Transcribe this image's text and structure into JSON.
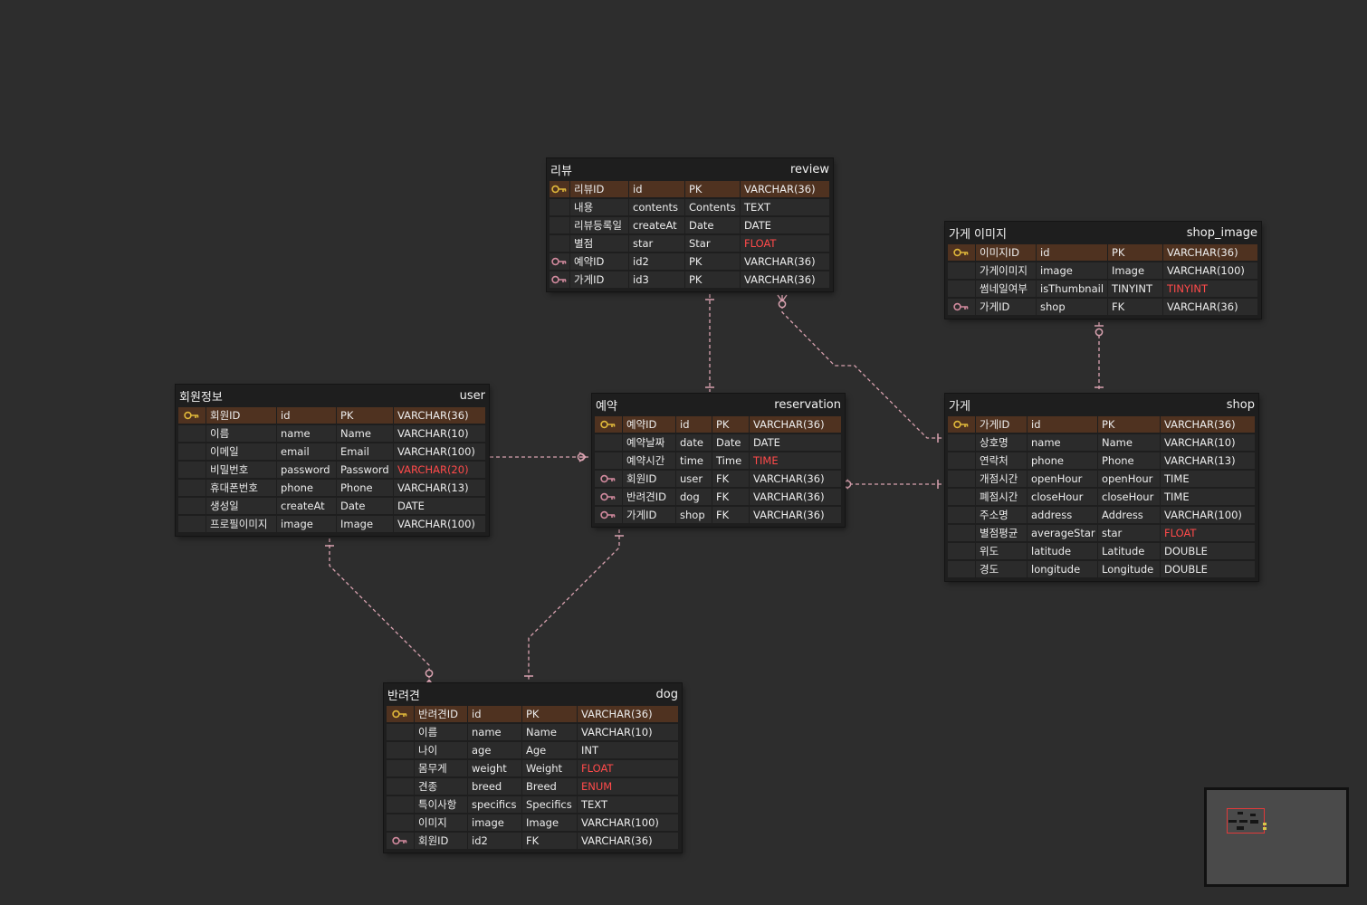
{
  "diagram": {
    "colors": {
      "background": "#2d2d2d",
      "entity_bg": "#1e1e1e",
      "cell_bg": "#2b2b2b",
      "pk_row_bg": "#4f3220",
      "pk_key": "#e0b83a",
      "fk_key": "#d28a9e",
      "relation_line": "#d9a2b0",
      "warning_text": "#ff4a4a"
    },
    "entities": [
      {
        "id": "review",
        "logical_name": "리뷰",
        "physical_name": "review",
        "columns": [
          {
            "key": "pk",
            "logical": "리뷰ID",
            "physical": "id",
            "domain": "PK",
            "type": "VARCHAR(36)",
            "warn": false
          },
          {
            "key": "",
            "logical": "내용",
            "physical": "contents",
            "domain": "Contents",
            "type": "TEXT",
            "warn": false
          },
          {
            "key": "",
            "logical": "리뷰등록일",
            "physical": "createAt",
            "domain": "Date",
            "type": "DATE",
            "warn": false
          },
          {
            "key": "",
            "logical": "별점",
            "physical": "star",
            "domain": "Star",
            "type": "FLOAT",
            "warn": true
          },
          {
            "key": "fk",
            "logical": "예약ID",
            "physical": "id2",
            "domain": "PK",
            "type": "VARCHAR(36)",
            "warn": false
          },
          {
            "key": "fk",
            "logical": "가게ID",
            "physical": "id3",
            "domain": "PK",
            "type": "VARCHAR(36)",
            "warn": false
          }
        ]
      },
      {
        "id": "shop_image",
        "logical_name": "가게 이미지",
        "physical_name": "shop_image",
        "columns": [
          {
            "key": "pk",
            "logical": "이미지ID",
            "physical": "id",
            "domain": "PK",
            "type": "VARCHAR(36)",
            "warn": false
          },
          {
            "key": "",
            "logical": "가게이미지",
            "physical": "image",
            "domain": "Image",
            "type": "VARCHAR(100)",
            "warn": false
          },
          {
            "key": "",
            "logical": "썸네일여부",
            "physical": "isThumbnail",
            "domain": "TINYINT",
            "type": "TINYINT",
            "warn": true
          },
          {
            "key": "fk",
            "logical": "가게ID",
            "physical": "shop",
            "domain": "FK",
            "type": "VARCHAR(36)",
            "warn": false
          }
        ]
      },
      {
        "id": "user",
        "logical_name": "회원정보",
        "physical_name": "user",
        "columns": [
          {
            "key": "pk",
            "logical": "회원ID",
            "physical": "id",
            "domain": "PK",
            "type": "VARCHAR(36)",
            "warn": false
          },
          {
            "key": "",
            "logical": "이름",
            "physical": "name",
            "domain": "Name",
            "type": "VARCHAR(10)",
            "warn": false
          },
          {
            "key": "",
            "logical": "이메일",
            "physical": "email",
            "domain": "Email",
            "type": "VARCHAR(100)",
            "warn": false
          },
          {
            "key": "",
            "logical": "비밀번호",
            "physical": "password",
            "domain": "Password",
            "type": "VARCHAR(20)",
            "warn": true
          },
          {
            "key": "",
            "logical": "휴대폰번호",
            "physical": "phone",
            "domain": "Phone",
            "type": "VARCHAR(13)",
            "warn": false
          },
          {
            "key": "",
            "logical": "생성일",
            "physical": "createAt",
            "domain": "Date",
            "type": "DATE",
            "warn": false
          },
          {
            "key": "",
            "logical": "프로필이미지",
            "physical": "image",
            "domain": "Image",
            "type": "VARCHAR(100)",
            "warn": false
          }
        ]
      },
      {
        "id": "reservation",
        "logical_name": "예약",
        "physical_name": "reservation",
        "columns": [
          {
            "key": "pk",
            "logical": "예약ID",
            "physical": "id",
            "domain": "PK",
            "type": "VARCHAR(36)",
            "warn": false
          },
          {
            "key": "",
            "logical": "예약날짜",
            "physical": "date",
            "domain": "Date",
            "type": "DATE",
            "warn": false
          },
          {
            "key": "",
            "logical": "예약시간",
            "physical": "time",
            "domain": "Time",
            "type": "TIME",
            "warn": true
          },
          {
            "key": "fk",
            "logical": "회원ID",
            "physical": "user",
            "domain": "FK",
            "type": "VARCHAR(36)",
            "warn": false
          },
          {
            "key": "fk",
            "logical": "반려견ID",
            "physical": "dog",
            "domain": "FK",
            "type": "VARCHAR(36)",
            "warn": false
          },
          {
            "key": "fk",
            "logical": "가게ID",
            "physical": "shop",
            "domain": "FK",
            "type": "VARCHAR(36)",
            "warn": false
          }
        ]
      },
      {
        "id": "shop",
        "logical_name": "가게",
        "physical_name": "shop",
        "columns": [
          {
            "key": "pk",
            "logical": "가게ID",
            "physical": "id",
            "domain": "PK",
            "type": "VARCHAR(36)",
            "warn": false
          },
          {
            "key": "",
            "logical": "상호명",
            "physical": "name",
            "domain": "Name",
            "type": "VARCHAR(10)",
            "warn": false
          },
          {
            "key": "",
            "logical": "연락처",
            "physical": "phone",
            "domain": "Phone",
            "type": "VARCHAR(13)",
            "warn": false
          },
          {
            "key": "",
            "logical": "개점시간",
            "physical": "openHour",
            "domain": "openHour",
            "type": "TIME",
            "warn": false
          },
          {
            "key": "",
            "logical": "폐점시간",
            "physical": "closeHour",
            "domain": "closeHour",
            "type": "TIME",
            "warn": false
          },
          {
            "key": "",
            "logical": "주소명",
            "physical": "address",
            "domain": "Address",
            "type": "VARCHAR(100)",
            "warn": false
          },
          {
            "key": "",
            "logical": "별점평균",
            "physical": "averageStar",
            "domain": "star",
            "type": "FLOAT",
            "warn": true
          },
          {
            "key": "",
            "logical": "위도",
            "physical": "latitude",
            "domain": "Latitude",
            "type": "DOUBLE",
            "warn": false
          },
          {
            "key": "",
            "logical": "경도",
            "physical": "longitude",
            "domain": "Longitude",
            "type": "DOUBLE",
            "warn": false
          }
        ]
      },
      {
        "id": "dog",
        "logical_name": "반려견",
        "physical_name": "dog",
        "columns": [
          {
            "key": "pk",
            "logical": "반려견ID",
            "physical": "id",
            "domain": "PK",
            "type": "VARCHAR(36)",
            "warn": false
          },
          {
            "key": "",
            "logical": "이름",
            "physical": "name",
            "domain": "Name",
            "type": "VARCHAR(10)",
            "warn": false
          },
          {
            "key": "",
            "logical": "나이",
            "physical": "age",
            "domain": "Age",
            "type": "INT",
            "warn": false
          },
          {
            "key": "",
            "logical": "몸무게",
            "physical": "weight",
            "domain": "Weight",
            "type": "FLOAT",
            "warn": true
          },
          {
            "key": "",
            "logical": "견종",
            "physical": "breed",
            "domain": "Breed",
            "type": "ENUM",
            "warn": true
          },
          {
            "key": "",
            "logical": "특이사항",
            "physical": "specifics",
            "domain": "Specifics",
            "type": "TEXT",
            "warn": false
          },
          {
            "key": "",
            "logical": "이미지",
            "physical": "image",
            "domain": "Image",
            "type": "VARCHAR(100)",
            "warn": false
          },
          {
            "key": "fk",
            "logical": "회원ID",
            "physical": "id2",
            "domain": "FK",
            "type": "VARCHAR(36)",
            "warn": false
          }
        ]
      }
    ],
    "relationships": [
      {
        "from": "reservation",
        "to": "review",
        "from_end": "one",
        "to_end": "one"
      },
      {
        "from": "shop",
        "to": "review",
        "from_end": "one",
        "to_end": "zero-or-many"
      },
      {
        "from": "shop",
        "to": "shop_image",
        "from_end": "one",
        "to_end": "zero-or-one"
      },
      {
        "from": "user",
        "to": "reservation",
        "from_end": "one",
        "to_end": "zero-or-many"
      },
      {
        "from": "shop",
        "to": "reservation",
        "from_end": "one",
        "to_end": "zero-or-many"
      },
      {
        "from": "user",
        "to": "dog",
        "from_end": "one",
        "to_end": "zero-or-many"
      },
      {
        "from": "reservation",
        "to": "dog",
        "from_end": "one",
        "to_end": "one"
      }
    ]
  }
}
